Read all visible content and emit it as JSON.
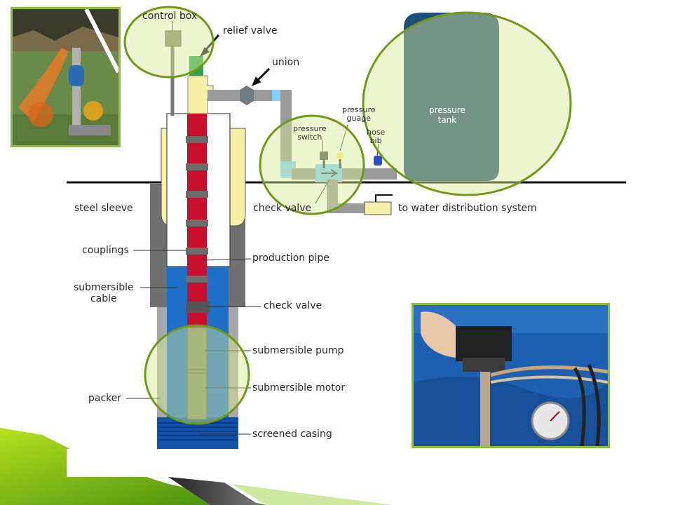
{
  "labels": {
    "control_box": "control box",
    "relief_valve": "relief valve",
    "union": "union",
    "pressure_guage": "pressure\nguage",
    "pressure_switch": "pressure\nswitch",
    "hose_bib": "hose\nbib",
    "pressure_tank": "pressure\ntank",
    "steel_sleeve": "steel sleeve",
    "check_valve_top": "check valve",
    "to_water": "to water distribution system",
    "couplings": "couplings",
    "production_pipe": "production pipe",
    "submersible_cable": "submersible\ncable",
    "check_valve": "check valve",
    "submersible_pump": "submersible pump",
    "submersible_motor": "submersible motor",
    "packer": "packer",
    "screened_casing": "screened casing"
  },
  "colors": {
    "accent_green": "#8bbf3a",
    "tank_blue": "#1f4e79",
    "water_blue": "#1e6fc8",
    "pipe_red": "#c8102e",
    "pipe_gray": "#9a9a9a",
    "yellow": "#f6f2b0"
  }
}
